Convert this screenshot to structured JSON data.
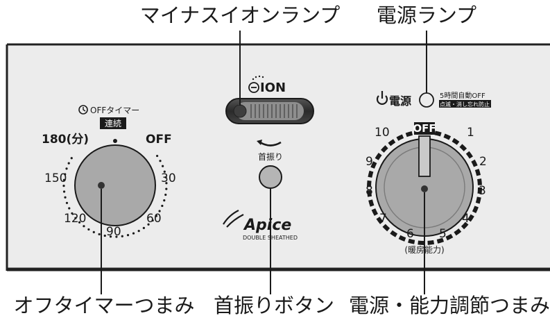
{
  "callouts": {
    "minus_ion_lamp": "マイナスイオンランプ",
    "power_lamp": "電源ランプ",
    "off_timer_knob": "オフタイマーつまみ",
    "swing_button": "首振りボタン",
    "power_knob": "電源・能力調節つまみ"
  },
  "timer": {
    "header": "OFFタイマー",
    "continuous": "連続",
    "labels": [
      "180(分)",
      "OFF",
      "30",
      "60",
      "90",
      "120",
      "150"
    ]
  },
  "ion": {
    "label": "ION"
  },
  "swing": {
    "label": "首振り"
  },
  "brand": {
    "name": "Apice",
    "sub": "DOUBLE SHEATHED"
  },
  "power": {
    "label": "電源",
    "auto_off_line1": "5時間自動OFF",
    "auto_off_line2": "点滅・消し忘れ防止",
    "off": "OFF",
    "numbers": [
      "1",
      "2",
      "3",
      "4",
      "5",
      "6",
      "7",
      "8",
      "9",
      "10"
    ],
    "caption": "(暖房能力)"
  }
}
